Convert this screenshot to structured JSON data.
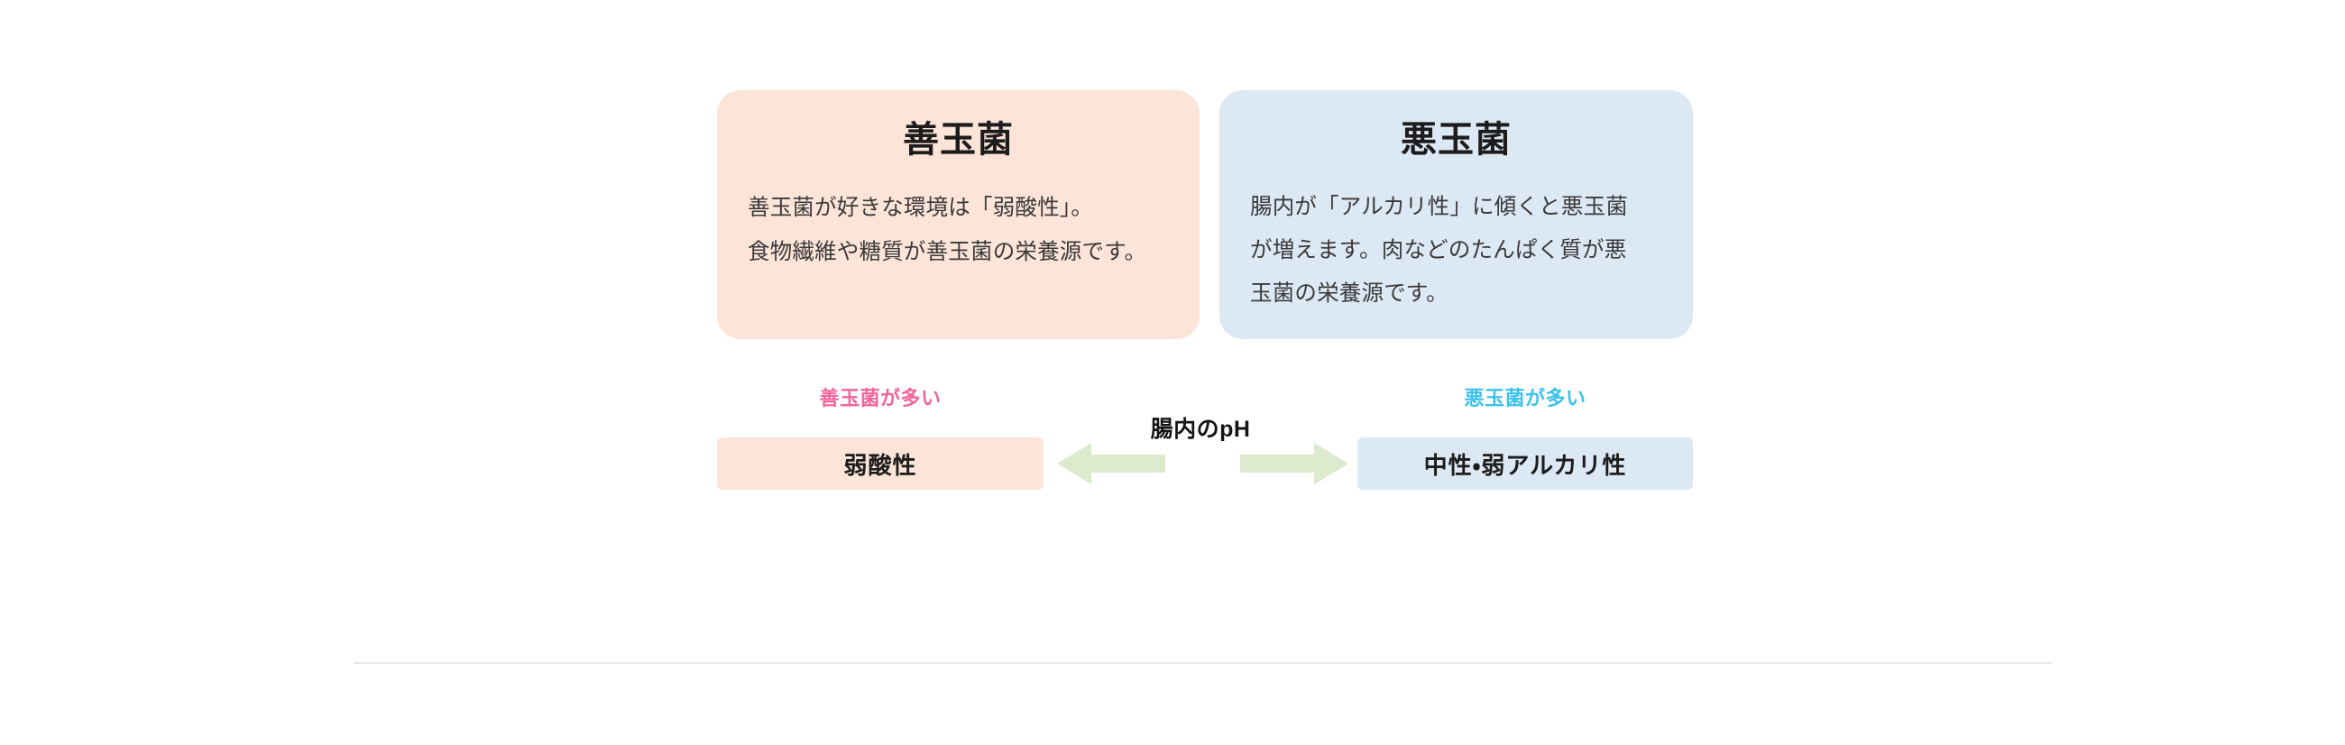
{
  "cards": [
    {
      "id": "good-bacteria",
      "title": "善玉菌",
      "body_lines": [
        "善玉菌が好きな環境は「弱酸性」。",
        "食物繊維や糖質が善玉菌の栄養源です。"
      ],
      "background_color": "#fce4d8"
    },
    {
      "id": "bad-bacteria",
      "title": "悪玉菌",
      "body_lines": [
        "腸内が「アルカリ性」に傾くと悪玉菌",
        "が増えます。肉などのたんぱく質が悪",
        "玉菌の栄養源です。"
      ],
      "background_color": "#dde8f5"
    }
  ],
  "ph_scale": {
    "middle_label": "腸内のpH",
    "left": {
      "caption": "善玉菌が多い",
      "caption_color": "#f2649c",
      "bar_label": "弱酸性",
      "bar_color": "#fce4d8",
      "arrow_icon": "arrow-left-icon"
    },
    "right": {
      "caption": "悪玉菌が多い",
      "caption_color": "#3ec1ec",
      "bar_label": "中性・弱アルカリ性",
      "bar_color": "#dde8f5",
      "arrow_icon": "arrow-right-icon"
    },
    "arrow_color": "#dceacd"
  },
  "divider": {
    "color": "#e8e8e8"
  }
}
